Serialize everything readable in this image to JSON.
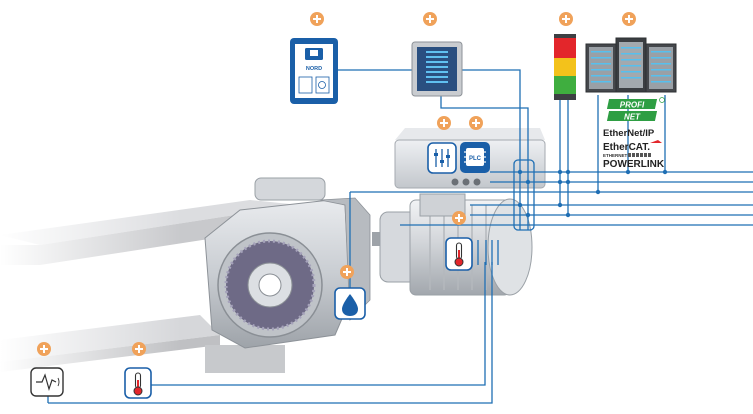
{
  "colors": {
    "wire": "#1f6fb4",
    "plus": "#f0a25a",
    "profinet": "#2e9e43",
    "icon_blue": "#1a5fa8",
    "light_red": "#e3262b",
    "light_yellow": "#f3c21b",
    "light_green": "#3fae3f"
  },
  "icons": {
    "tablet_app": "nord-app-tablet-icon",
    "control_panel": "handheld-control-panel-icon",
    "signal_tower": "signal-tower-light-icon",
    "plc_cabinet": "plc-cabinet-icon",
    "settings": "sliders-settings-icon",
    "plc": "plc-chip-icon",
    "motor_temp": "thermometer-icon",
    "oil": "oil-drop-icon",
    "vibration": "vibration-sensor-icon",
    "ambient_temp": "thermometer-icon"
  },
  "labels": {
    "tablet_brand": "NORD",
    "plc": "PLC"
  },
  "protocols": {
    "profinet_top": "PROFI",
    "profinet_bottom": "NET",
    "ethernet_ip": "EtherNet/IP",
    "ethercat_prefix": "Ether",
    "ethercat_suffix": "CAT.",
    "powerlink_top": "ETHERNET",
    "powerlink_bottom": "POWERLINK"
  }
}
